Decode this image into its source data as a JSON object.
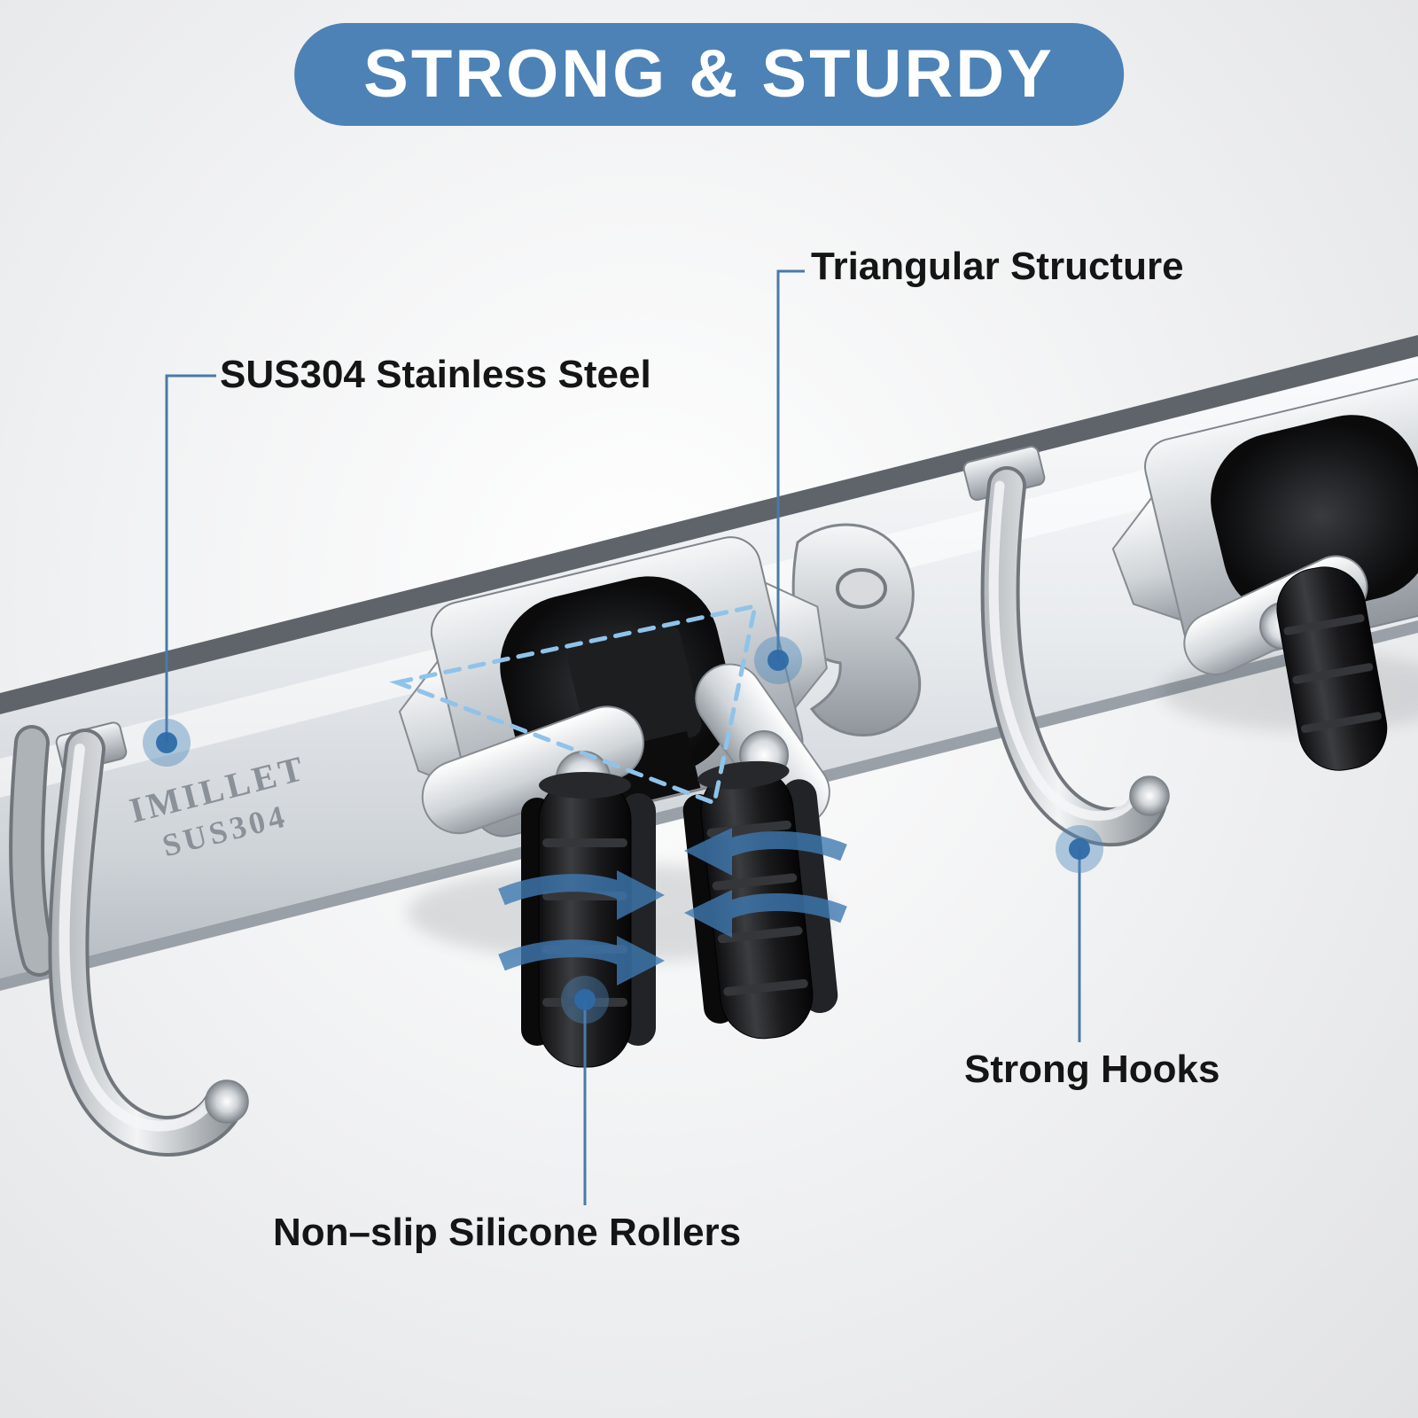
{
  "banner": {
    "title": "STRONG & STURDY"
  },
  "brand": {
    "line1": "IMILLET",
    "line2": "SUS304"
  },
  "callouts": {
    "triangular": {
      "label": "Triangular Structure"
    },
    "stainless": {
      "label": "SUS304 Stainless Steel"
    },
    "hooks": {
      "label": "Strong Hooks"
    },
    "rollers": {
      "label": "Non–slip Silicone Rollers"
    }
  },
  "colors": {
    "banner_bg": "#4c82b6",
    "accent_blue": "#3f7ab2",
    "dashed_triangle": "#8fc3ea",
    "label_text": "#151515"
  }
}
